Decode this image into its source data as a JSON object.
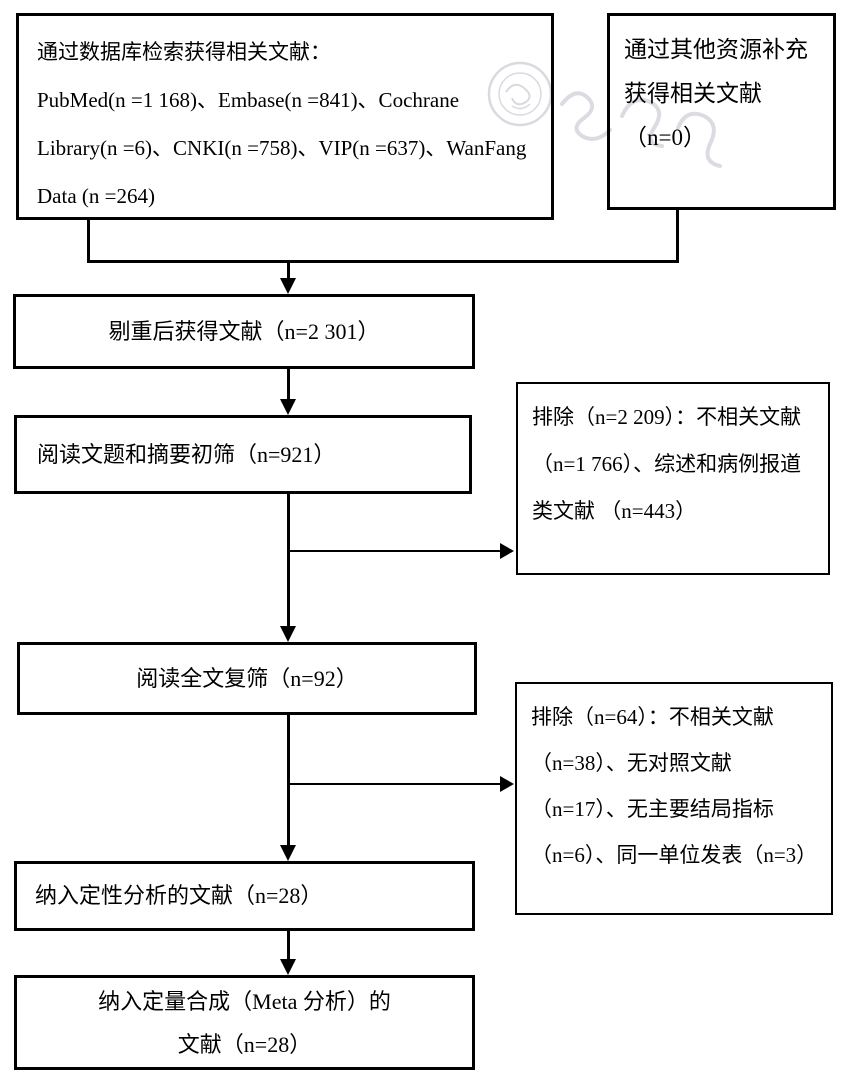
{
  "figure": {
    "description": "literature-screening-flow-diagram",
    "background": "#ffffff",
    "line_color": "#000000",
    "text_color": "#000000",
    "watermark_color": "#b9bcc6"
  },
  "nodes": {
    "database_search": {
      "heading": "通过数据库检索获得相关文献：",
      "detail": "PubMed(n =1 168)、Embase(n =841)、Cochrane Library(n =6)、CNKI(n =758)、VIP(n =637)、WanFang Data (n =264)"
    },
    "other_sources": {
      "text": "通过其他资源补充获得相关文献 （n=0）"
    },
    "deduplicated": {
      "text": "剔重后获得文献（n=2 301）"
    },
    "title_abstract_screening": {
      "text": "阅读文题和摘要初筛（n=921）"
    },
    "excluded_initial": {
      "text": "排除（n=2 209）：不相关文献（n=1 766）、综述和病例报道类文献 （n=443）"
    },
    "full_text_screening": {
      "text": "阅读全文复筛（n=92）"
    },
    "excluded_full_text": {
      "text": "排除（n=64）：不相关文献（n=38）、无对照文献 （n=17）、无主要结局指标（n=6）、同一单位发表（n=3）"
    },
    "qualitative_included": {
      "text": "纳入定性分析的文献（n=28）"
    },
    "quantitative_included": {
      "line1": "纳入定量合成（Meta 分析）的",
      "line2": "文献（n=28）"
    }
  }
}
